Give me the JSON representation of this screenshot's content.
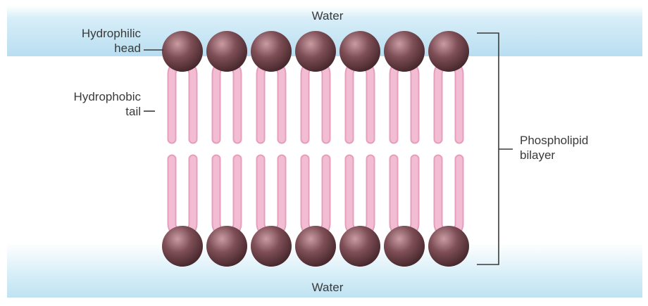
{
  "labels": {
    "water_top": "Water",
    "water_bottom": "Water",
    "head_line1": "Hydrophilic",
    "head_line2": "head",
    "tail_line1": "Hydrophobic",
    "tail_line2": "tail",
    "bilayer_line1": "Phospholipid",
    "bilayer_line2": "bilayer"
  },
  "molecules_per_layer": 7,
  "colors": {
    "water_band": "#bfe1f2",
    "head_dark": "#4a2a2f",
    "head_light": "#c79aa0",
    "tail": "#f2bcd2",
    "tail_edge": "#e79ebd",
    "line": "#3a3a3a"
  },
  "icons": {
    "head": "sphere-icon",
    "tail": "double-tail-icon"
  }
}
